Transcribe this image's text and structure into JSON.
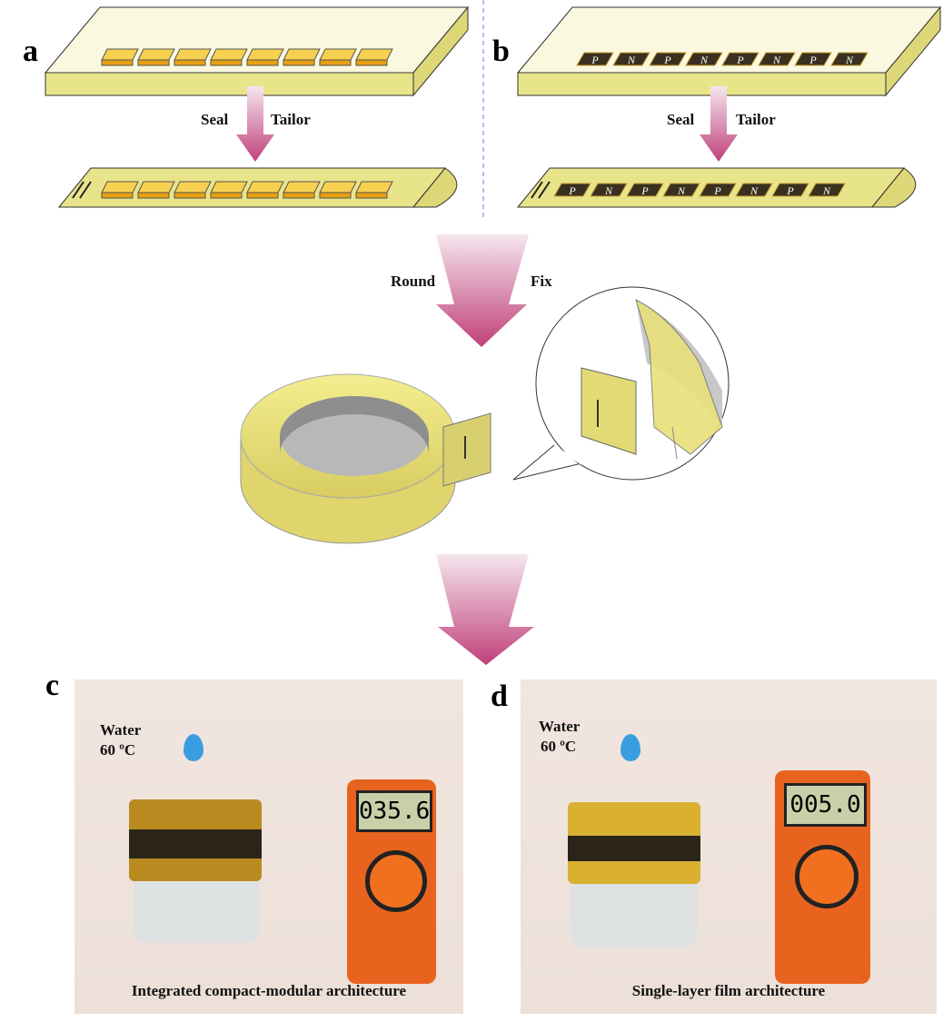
{
  "panel_labels": {
    "a": "a",
    "b": "b",
    "c": "c",
    "d": "d"
  },
  "steps": {
    "seal": "Seal",
    "tailor": "Tailor",
    "round": "Round",
    "fix": "Fix"
  },
  "legs": [
    "P",
    "N",
    "P",
    "N",
    "P",
    "N",
    "P",
    "N"
  ],
  "photo_c": {
    "water_label": "Water",
    "temp_label": "60 ºC",
    "meter_reading": "035.6",
    "caption": "Integrated compact-modular architecture"
  },
  "photo_d": {
    "water_label": "Water",
    "temp_label": "60 ºC",
    "meter_reading": "005.0",
    "caption": "Single-layer film architecture"
  },
  "colors": {
    "film": "#e8e48a",
    "block": "#f0b020",
    "arrow": "#c0507a",
    "dark_leg": "#3a3020"
  }
}
